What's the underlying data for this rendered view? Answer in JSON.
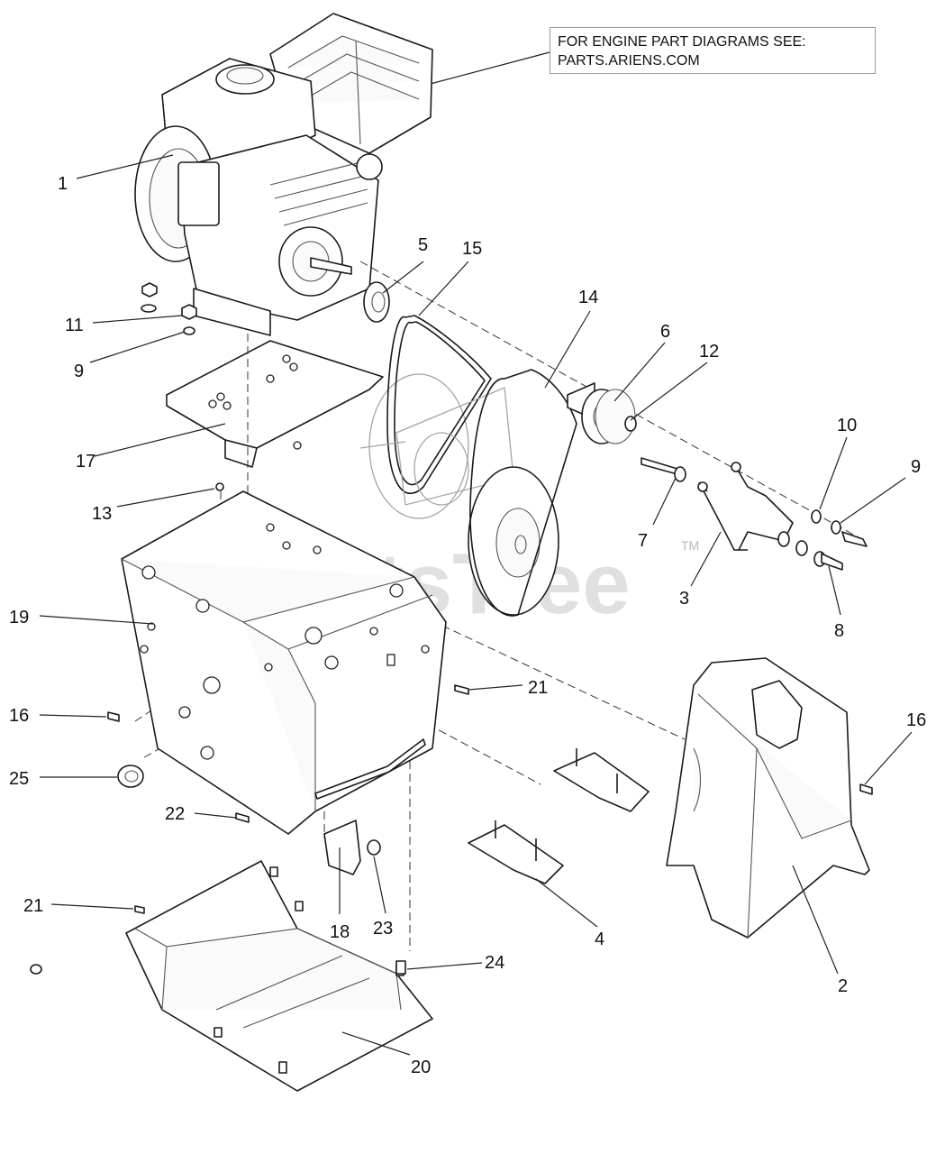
{
  "note": {
    "line1": "FOR ENGINE PART DIAGRAMS SEE:",
    "line2": "PARTS.ARIENS.COM"
  },
  "watermark": {
    "text": "PartsTree",
    "tm": "TM"
  },
  "callouts": {
    "c1": "1",
    "c2": "2",
    "c3": "3",
    "c4": "4",
    "c5": "5",
    "c6": "6",
    "c7": "7",
    "c8": "8",
    "c9a": "9",
    "c9b": "9",
    "c10": "10",
    "c11": "11",
    "c12": "12",
    "c13": "13",
    "c14": "14",
    "c15": "15",
    "c16a": "16",
    "c16b": "16",
    "c17": "17",
    "c18": "18",
    "c19": "19",
    "c20": "20",
    "c21a": "21",
    "c21b": "21",
    "c22": "22",
    "c23": "23",
    "c24": "24",
    "c25": "25"
  }
}
